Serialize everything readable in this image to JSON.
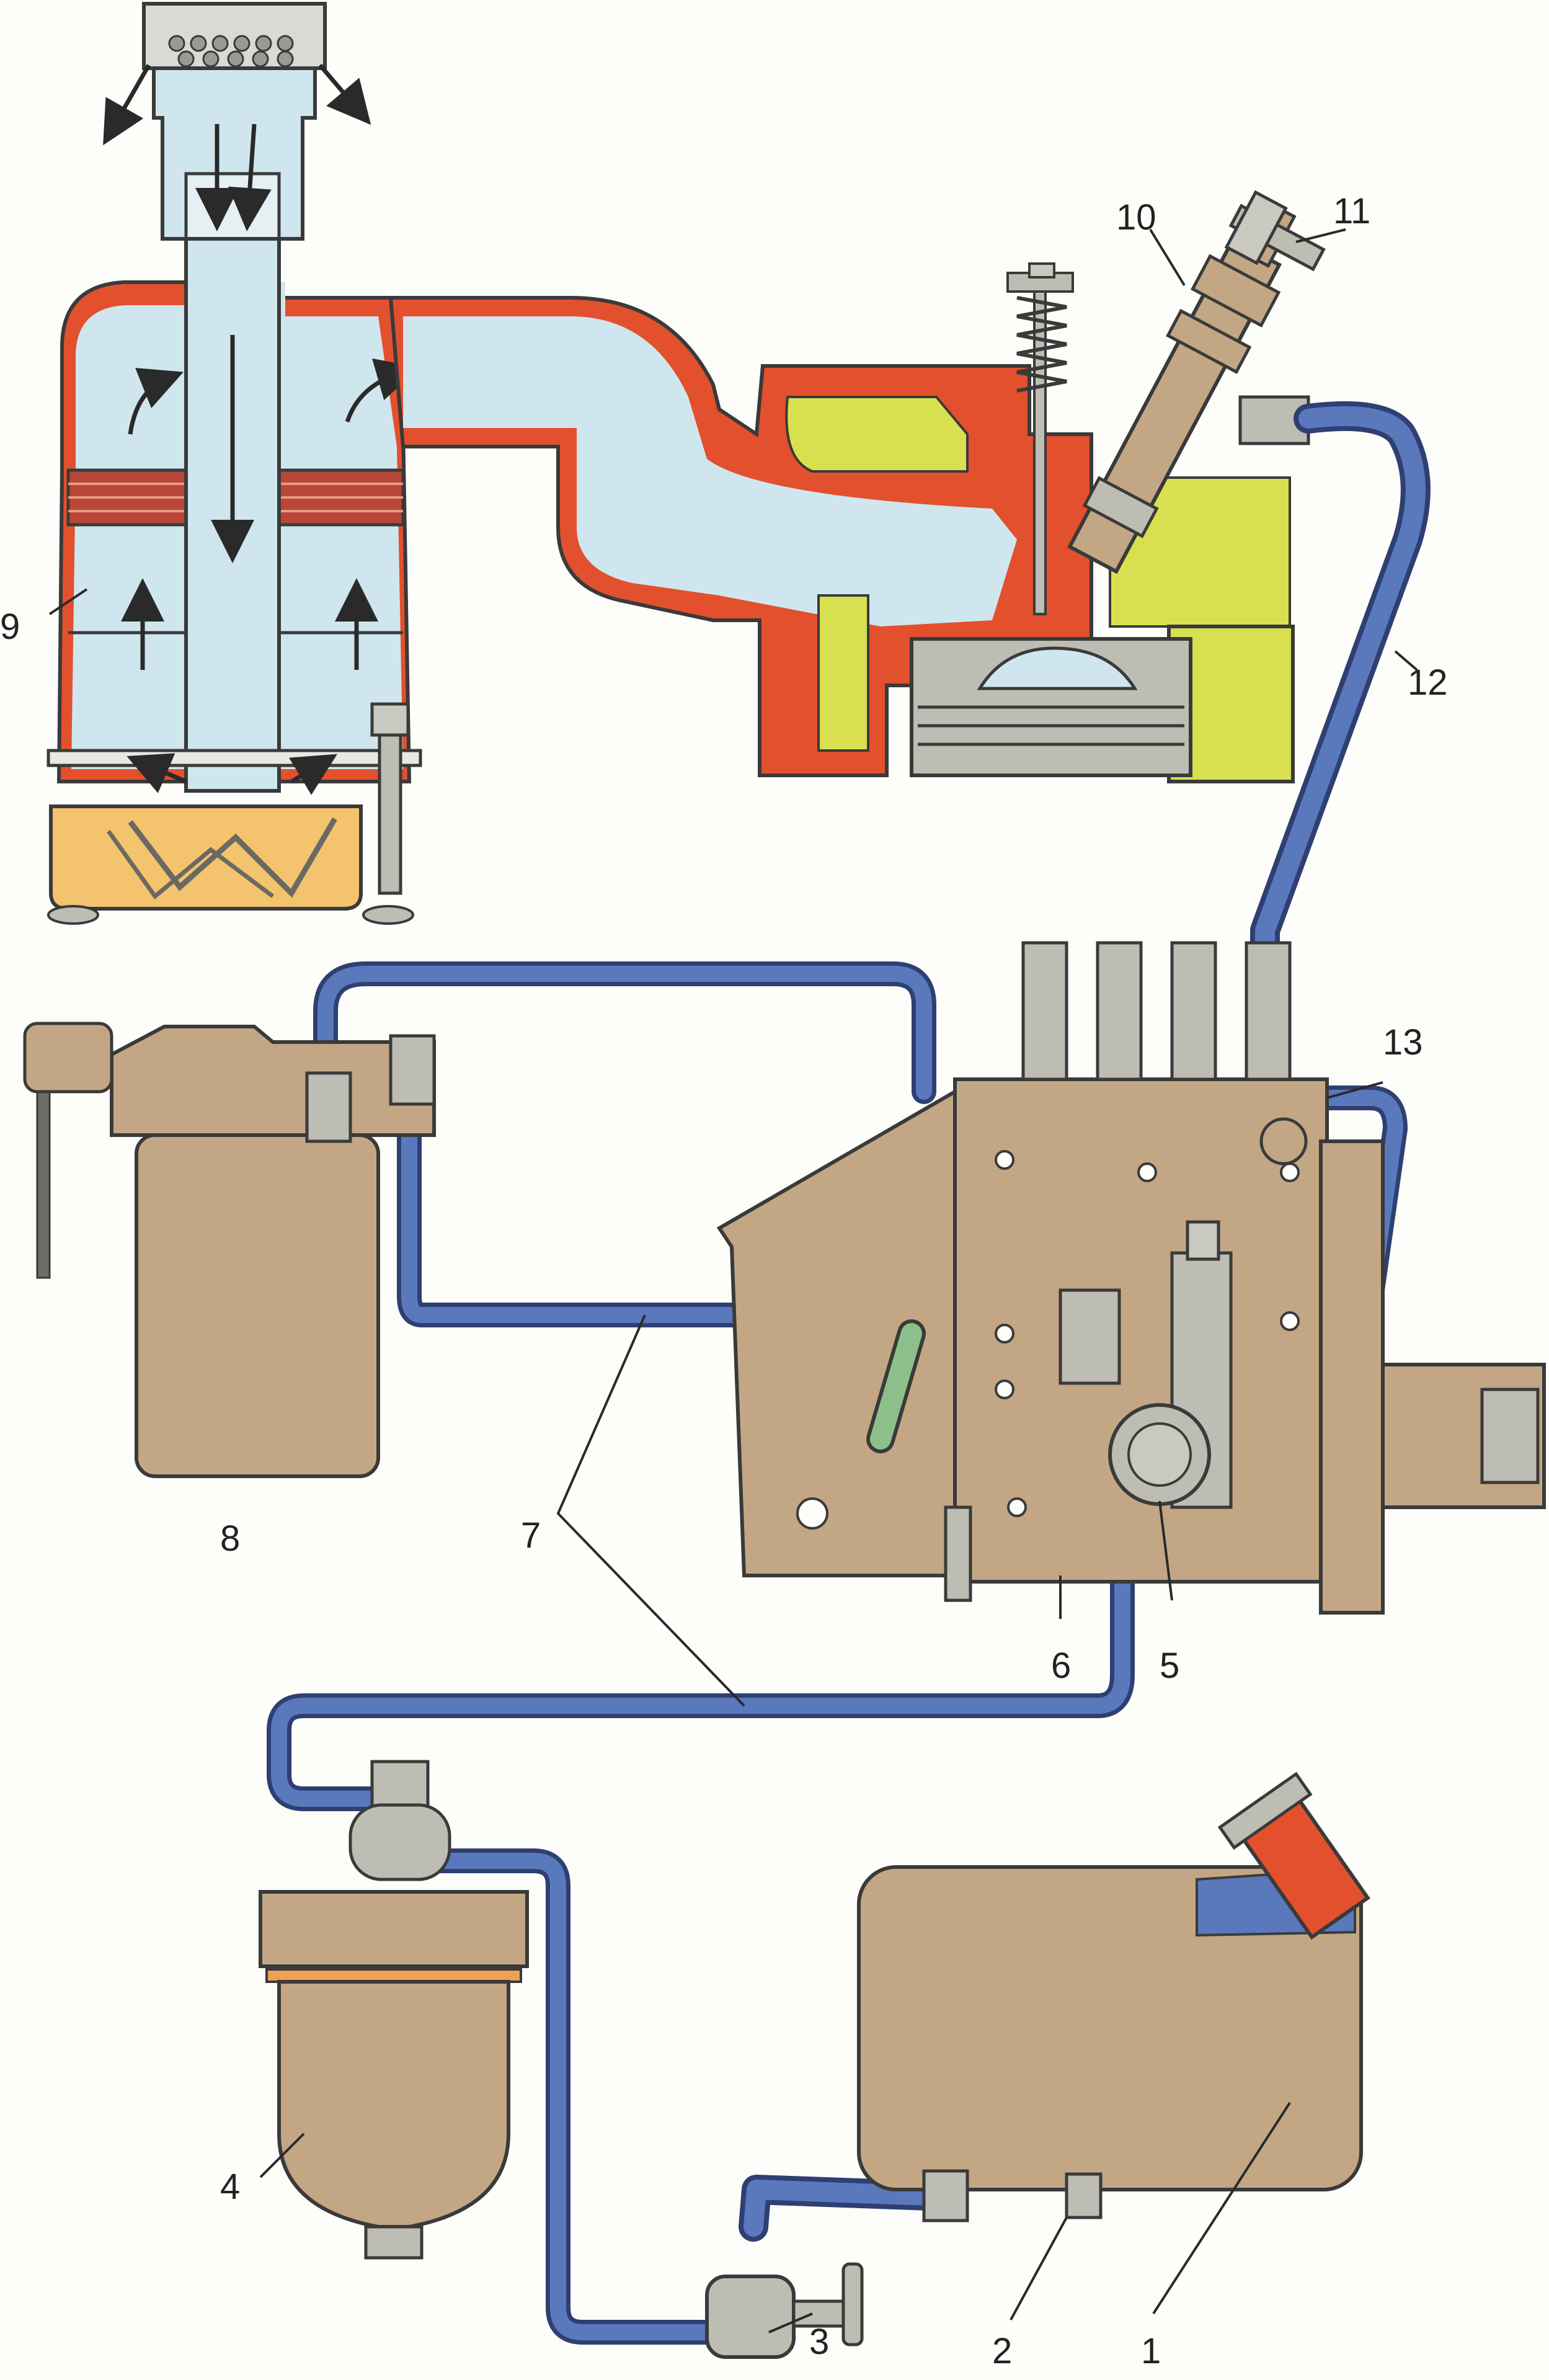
{
  "labels": {
    "n1": "1",
    "n2": "2",
    "n3": "3",
    "n4": "4",
    "n5": "5",
    "n6": "6",
    "n7": "7",
    "n8": "8",
    "n9": "9",
    "n10": "10",
    "n11": "11",
    "n12": "12",
    "n13": "13"
  },
  "colors": {
    "fuel_line": "#5a79bc",
    "fuel_line_edge": "#2f3f72",
    "body": "#c3a785",
    "body_dark": "#8c7458",
    "engine_red": "#e3502d",
    "air": "#cfe6ee",
    "coolant": "#d8e050",
    "oil": "#f3c36e",
    "filter_mesh": "#b8473a"
  },
  "icons": [
    "airflow-arrow-icon"
  ]
}
